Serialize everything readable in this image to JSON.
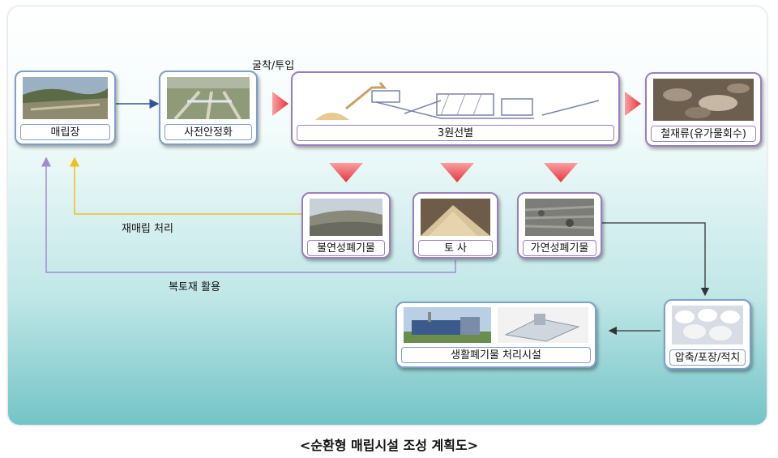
{
  "nodes": {
    "landfill": "매립장",
    "stabilization": "사전안정화",
    "screening": "3원선별",
    "ferrous": "철재류(유가물회수)",
    "nonflammable": "불연성폐기물",
    "soil": "토 사",
    "flammable": "가연성폐기물",
    "compress": "압축/포장/적치",
    "facility": "생활폐기물 처리시설"
  },
  "labels": {
    "excavation": "굴착/투입",
    "relandfill": "재매립 처리",
    "cover": "복토재 활용"
  },
  "caption": "<순환형 매립시설 조성 계획도>",
  "colors": {
    "blue_border": "#7f9fc8",
    "purple_border": "#9a7fbf",
    "red_arrow": "#e8343c",
    "yellow_line": "#f0c020",
    "purple_line": "#a08cd0"
  }
}
